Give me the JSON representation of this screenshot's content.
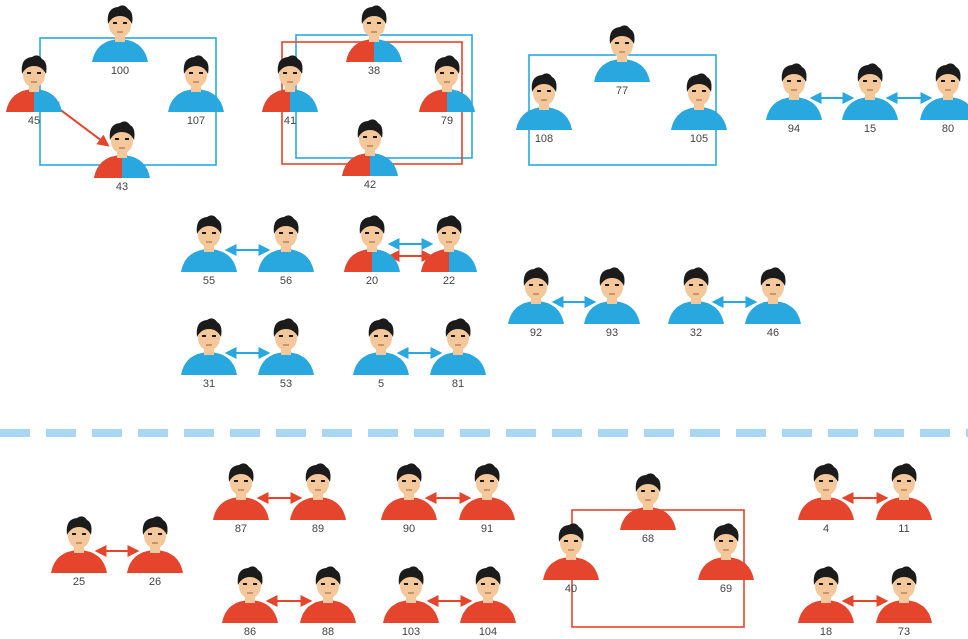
{
  "colors": {
    "blue": "#29a8e0",
    "red": "#e5452c",
    "hair": "#1b1b1b",
    "skin": "#f4c89a",
    "divider": "#a9d6f0",
    "label": "#444444"
  },
  "icon_name": "person-avatar-icon",
  "nodes": [
    {
      "id": "100",
      "color": "blue"
    },
    {
      "id": "45",
      "color": "split"
    },
    {
      "id": "107",
      "color": "blue"
    },
    {
      "id": "43",
      "color": "split"
    },
    {
      "id": "38",
      "color": "split"
    },
    {
      "id": "41",
      "color": "split"
    },
    {
      "id": "79",
      "color": "split"
    },
    {
      "id": "42",
      "color": "split"
    },
    {
      "id": "77",
      "color": "blue"
    },
    {
      "id": "108",
      "color": "blue"
    },
    {
      "id": "105",
      "color": "blue"
    },
    {
      "id": "94",
      "color": "blue"
    },
    {
      "id": "15",
      "color": "blue"
    },
    {
      "id": "80",
      "color": "blue"
    },
    {
      "id": "55",
      "color": "blue"
    },
    {
      "id": "56",
      "color": "blue"
    },
    {
      "id": "20",
      "color": "split"
    },
    {
      "id": "22",
      "color": "split"
    },
    {
      "id": "92",
      "color": "blue"
    },
    {
      "id": "93",
      "color": "blue"
    },
    {
      "id": "32",
      "color": "blue"
    },
    {
      "id": "46",
      "color": "blue"
    },
    {
      "id": "31",
      "color": "blue"
    },
    {
      "id": "53",
      "color": "blue"
    },
    {
      "id": "5",
      "color": "blue"
    },
    {
      "id": "81",
      "color": "blue"
    },
    {
      "id": "87",
      "color": "red"
    },
    {
      "id": "89",
      "color": "red"
    },
    {
      "id": "90",
      "color": "red"
    },
    {
      "id": "91",
      "color": "red"
    },
    {
      "id": "68",
      "color": "red"
    },
    {
      "id": "40",
      "color": "red"
    },
    {
      "id": "69",
      "color": "red"
    },
    {
      "id": "4",
      "color": "red"
    },
    {
      "id": "11",
      "color": "red"
    },
    {
      "id": "25",
      "color": "red"
    },
    {
      "id": "26",
      "color": "red"
    },
    {
      "id": "86",
      "color": "red"
    },
    {
      "id": "88",
      "color": "red"
    },
    {
      "id": "103",
      "color": "red"
    },
    {
      "id": "104",
      "color": "red"
    },
    {
      "id": "18",
      "color": "red"
    },
    {
      "id": "73",
      "color": "red"
    }
  ],
  "links": [
    {
      "from": "45",
      "to": "43",
      "color": "red"
    },
    {
      "from": "94",
      "to": "15",
      "color": "blue"
    },
    {
      "from": "15",
      "to": "80",
      "color": "blue"
    },
    {
      "from": "55",
      "to": "56",
      "color": "blue"
    },
    {
      "from": "20",
      "to": "22",
      "color": "blue"
    },
    {
      "from": "20",
      "to": "22",
      "color": "red"
    },
    {
      "from": "92",
      "to": "93",
      "color": "blue"
    },
    {
      "from": "32",
      "to": "46",
      "color": "blue"
    },
    {
      "from": "31",
      "to": "53",
      "color": "blue"
    },
    {
      "from": "5",
      "to": "81",
      "color": "blue"
    },
    {
      "from": "87",
      "to": "89",
      "color": "red"
    },
    {
      "from": "90",
      "to": "91",
      "color": "red"
    },
    {
      "from": "4",
      "to": "11",
      "color": "red"
    },
    {
      "from": "25",
      "to": "26",
      "color": "red"
    },
    {
      "from": "86",
      "to": "88",
      "color": "red"
    },
    {
      "from": "103",
      "to": "104",
      "color": "red"
    },
    {
      "from": "18",
      "to": "73",
      "color": "red"
    }
  ],
  "groups": [
    {
      "members": [
        "100",
        "45",
        "107",
        "43"
      ],
      "color": "blue"
    },
    {
      "members": [
        "38",
        "41",
        "79",
        "42"
      ],
      "color": "blue"
    },
    {
      "members": [
        "38",
        "41",
        "79",
        "42"
      ],
      "color": "red"
    },
    {
      "members": [
        "77",
        "108",
        "105"
      ],
      "color": "blue"
    },
    {
      "members": [
        "68",
        "40",
        "69"
      ],
      "color": "red"
    }
  ]
}
